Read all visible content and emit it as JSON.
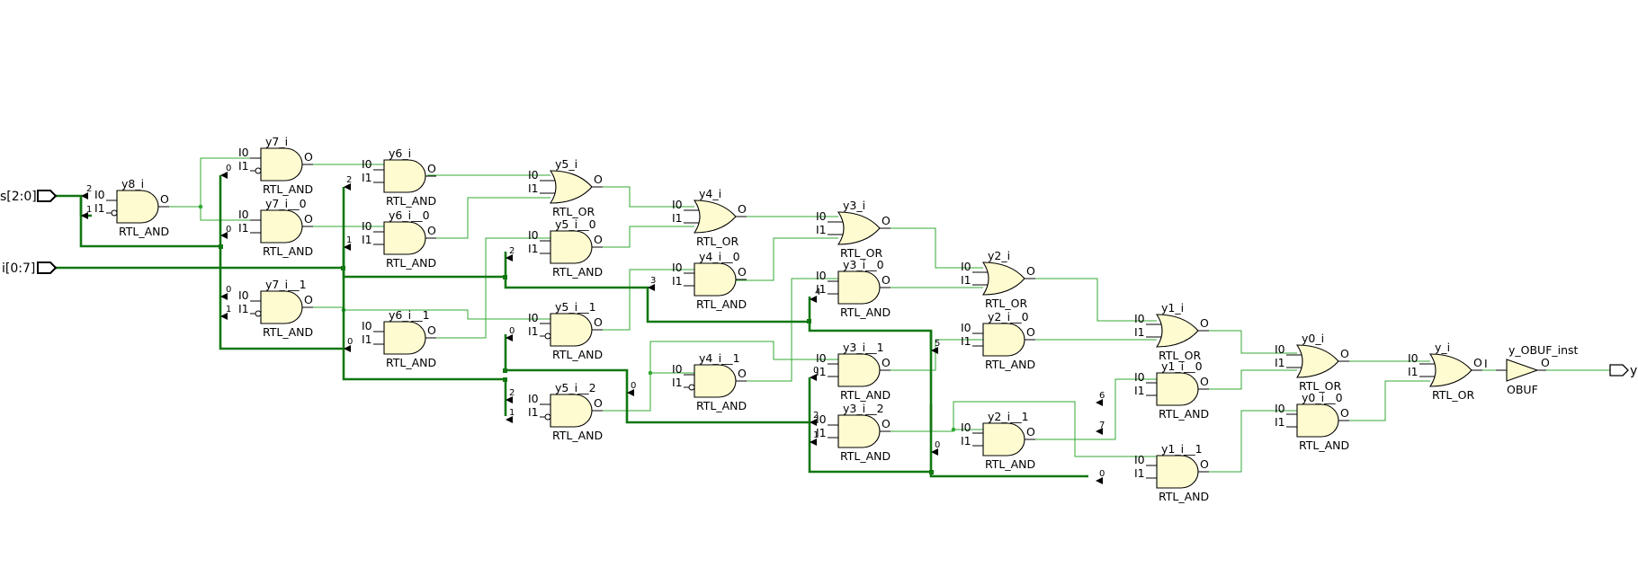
{
  "ports": {
    "s": "s[2:0]",
    "i": "i[0:7]",
    "y": "y"
  },
  "gates": [
    {
      "id": "y8_i",
      "name": "y8_i",
      "type": "RTL_AND",
      "kind": "and",
      "in0": "I0",
      "in1": "I1",
      "out": "O",
      "neg1": true
    },
    {
      "id": "y7_i",
      "name": "y7_i",
      "type": "RTL_AND",
      "kind": "and",
      "in0": "I0",
      "in1": "I1",
      "out": "O",
      "neg1": true
    },
    {
      "id": "y7_i__0",
      "name": "y7_i__0",
      "type": "RTL_AND",
      "kind": "and",
      "in0": "I0",
      "in1": "I1",
      "out": "O"
    },
    {
      "id": "y7_i__1",
      "name": "y7_i__1",
      "type": "RTL_AND",
      "kind": "and",
      "in0": "I0",
      "in1": "I1",
      "out": "O",
      "neg1": true
    },
    {
      "id": "y6_i",
      "name": "y6_i",
      "type": "RTL_AND",
      "kind": "and",
      "in0": "I0",
      "in1": "I1",
      "out": "O"
    },
    {
      "id": "y6_i__0",
      "name": "y6_i__0",
      "type": "RTL_AND",
      "kind": "and",
      "in0": "I0",
      "in1": "I1",
      "out": "O"
    },
    {
      "id": "y6_i__1",
      "name": "y6_i__1",
      "type": "RTL_AND",
      "kind": "and",
      "in0": "I0",
      "in1": "I1",
      "out": "O"
    },
    {
      "id": "y5_i",
      "name": "y5_i",
      "type": "RTL_OR",
      "kind": "or",
      "in0": "I0",
      "in1": "I1",
      "out": "O"
    },
    {
      "id": "y5_i__0",
      "name": "y5_i__0",
      "type": "RTL_AND",
      "kind": "and",
      "in0": "I0",
      "in1": "I1",
      "out": "O"
    },
    {
      "id": "y5_i__1",
      "name": "y5_i__1",
      "type": "RTL_AND",
      "kind": "and",
      "in0": "I0",
      "in1": "I1",
      "out": "O",
      "neg1": true
    },
    {
      "id": "y5_i__2",
      "name": "y5_i__2",
      "type": "RTL_AND",
      "kind": "and",
      "in0": "I0",
      "in1": "I1",
      "out": "O",
      "neg1": true
    },
    {
      "id": "y4_i",
      "name": "y4_i",
      "type": "RTL_OR",
      "kind": "or",
      "in0": "I0",
      "in1": "I1",
      "out": "O"
    },
    {
      "id": "y4_i__0",
      "name": "y4_i__0",
      "type": "RTL_AND",
      "kind": "and",
      "in0": "I0",
      "in1": "I1",
      "out": "O"
    },
    {
      "id": "y4_i__1",
      "name": "y4_i__1",
      "type": "RTL_AND",
      "kind": "and",
      "in0": "I0",
      "in1": "I1",
      "out": "O",
      "neg1": true
    },
    {
      "id": "y3_i",
      "name": "y3_i",
      "type": "RTL_OR",
      "kind": "or",
      "in0": "I0",
      "in1": "I1",
      "out": "O"
    },
    {
      "id": "y3_i__0",
      "name": "y3_i__0",
      "type": "RTL_AND",
      "kind": "and",
      "in0": "I0",
      "in1": "I1",
      "out": "O"
    },
    {
      "id": "y3_i__1",
      "name": "y3_i__1",
      "type": "RTL_AND",
      "kind": "and",
      "in0": "I0",
      "in1": "I1",
      "out": "O"
    },
    {
      "id": "y3_i__2",
      "name": "y3_i__2",
      "type": "RTL_AND",
      "kind": "and",
      "in0": "I0",
      "in1": "I1",
      "out": "O"
    },
    {
      "id": "y2_i",
      "name": "y2_i",
      "type": "RTL_OR",
      "kind": "or",
      "in0": "I0",
      "in1": "I1",
      "out": "O"
    },
    {
      "id": "y2_i__0",
      "name": "y2_i__0",
      "type": "RTL_AND",
      "kind": "and",
      "in0": "I0",
      "in1": "I1",
      "out": "O"
    },
    {
      "id": "y2_i__1",
      "name": "y2_i__1",
      "type": "RTL_AND",
      "kind": "and",
      "in0": "I0",
      "in1": "I1",
      "out": "O"
    },
    {
      "id": "y1_i",
      "name": "y1_i",
      "type": "RTL_OR",
      "kind": "or",
      "in0": "I0",
      "in1": "I1",
      "out": "O"
    },
    {
      "id": "y1_i__0",
      "name": "y1_i__0",
      "type": "RTL_AND",
      "kind": "and",
      "in0": "I0",
      "in1": "I1",
      "out": "O"
    },
    {
      "id": "y1_i__1",
      "name": "y1_i__1",
      "type": "RTL_AND",
      "kind": "and",
      "in0": "I0",
      "in1": "I1",
      "out": "O"
    },
    {
      "id": "y0_i",
      "name": "y0_i",
      "type": "RTL_OR",
      "kind": "or",
      "in0": "I0",
      "in1": "I1",
      "out": "O"
    },
    {
      "id": "y0_i__0",
      "name": "y0_i__0",
      "type": "RTL_AND",
      "kind": "and",
      "in0": "I0",
      "in1": "I1",
      "out": "O"
    },
    {
      "id": "y_i",
      "name": "y_i",
      "type": "RTL_OR",
      "kind": "or",
      "in0": "I0",
      "in1": "I1",
      "out": "O"
    },
    {
      "id": "y_OBUF_inst",
      "name": "y_OBUF_inst",
      "type": "OBUF",
      "kind": "buf",
      "in0": "I",
      "out": "O"
    }
  ],
  "bus_indices": [
    "2",
    "1",
    "0",
    "0",
    "2",
    "1",
    "0",
    "1",
    "0",
    "2",
    "3",
    "0",
    "2",
    "1",
    "0",
    "4",
    "0",
    "2",
    "1",
    "5",
    "0",
    "6",
    "7",
    "0"
  ],
  "colors": {
    "wire": "#33aa33",
    "bus": "#117711",
    "gate_fill": "#fffbd0"
  }
}
